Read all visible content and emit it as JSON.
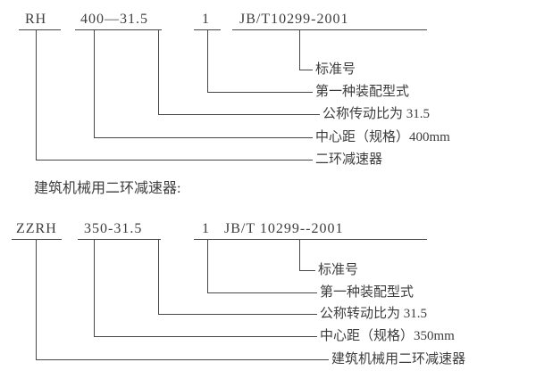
{
  "top_diagram": {
    "code": [
      "RH",
      "400—31.5",
      "1",
      "JB/T10299-2001"
    ],
    "labels": [
      "标准号",
      "第一种装配型式",
      "公称传动比为 31.5",
      "中心距（规格）400mm",
      "二环减速器"
    ]
  },
  "section_heading": "建筑机械用二环减速器:",
  "bottom_diagram": {
    "code": [
      "ZZRH",
      "350-31.5",
      "1",
      "JB/T 10299--2001"
    ],
    "labels": [
      "标准号",
      "第一种装配型式",
      "公称转动比为 31.5",
      "中心距（规格）350mm",
      "建筑机械用二环减速器"
    ]
  }
}
